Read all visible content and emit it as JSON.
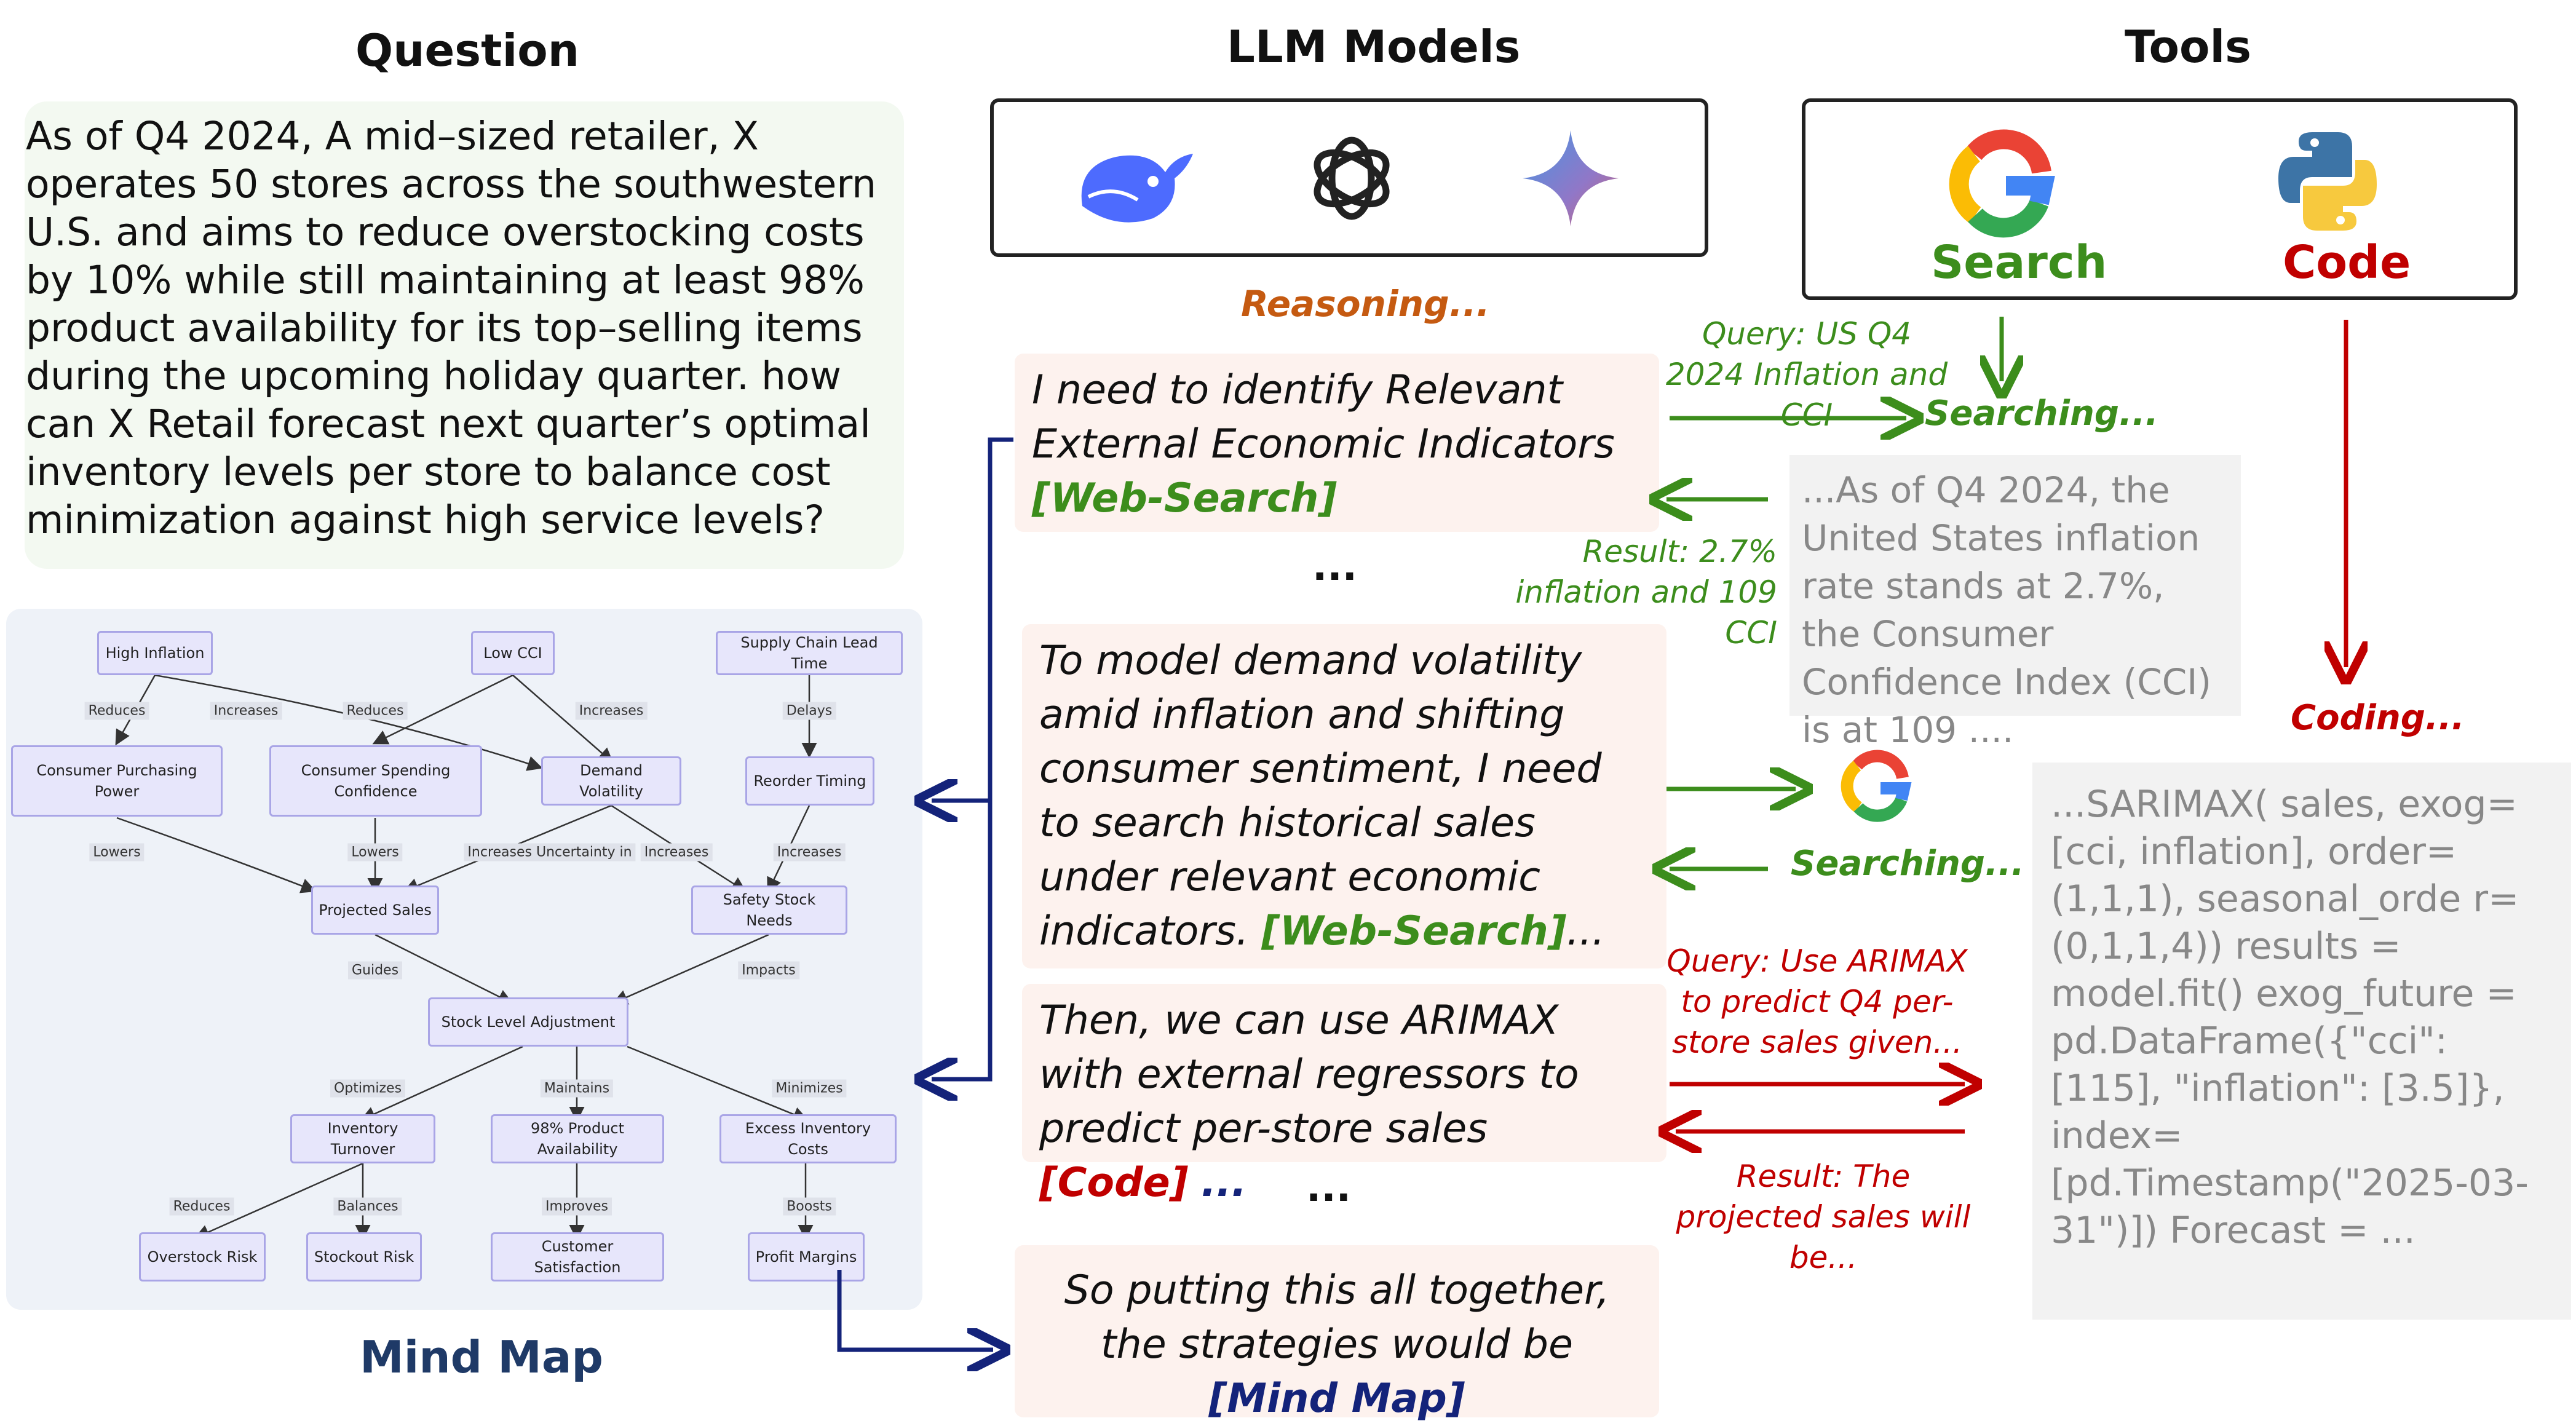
{
  "headers": {
    "question": "Question",
    "models": "LLM Models",
    "tools": "Tools"
  },
  "question_text": "As of Q4 2024, A mid–sized retailer, X operates 50 stores across the southwestern U.S. and aims to reduce overstocking costs by 10% while still maintaining at least 98% product availability for its top–selling items during the upcoming holiday quarter. how can X Retail forecast next quarter’s optimal inventory levels per store to balance cost minimization against high service levels?",
  "mindmap": {
    "title": "Mind Map",
    "nodes": {
      "high_inflation": "High Inflation",
      "low_cci": "Low CCI",
      "supply_chain": "Supply Chain Lead Time",
      "consumer_purchasing": "Consumer Purchasing Power",
      "consumer_spending": "Consumer Spending Confidence",
      "demand_volatility": "Demand Volatility",
      "reorder_timing": "Reorder Timing",
      "projected_sales": "Projected Sales",
      "safety_stock": "Safety Stock Needs",
      "stock_level": "Stock Level Adjustment",
      "inventory_turnover": "Inventory Turnover",
      "product_availability": "98% Product Availability",
      "excess_inventory": "Excess Inventory Costs",
      "overstock_risk": "Overstock Risk",
      "stockout_risk": "Stockout Risk",
      "customer_satisfaction": "Customer Satisfaction",
      "profit_margins": "Profit Margins"
    },
    "edge_labels": {
      "reduces1": "Reduces",
      "increases1": "Increases",
      "reduces2": "Reduces",
      "increases2": "Increases",
      "delays": "Delays",
      "lowers1": "Lowers",
      "lowers2": "Lowers",
      "increases_uncertainty": "Increases Uncertainty in",
      "increases3": "Increases",
      "increases4": "Increases",
      "guides": "Guides",
      "impacts": "Impacts",
      "optimizes": "Optimizes",
      "maintains": "Maintains",
      "minimizes": "Minimizes",
      "reduces3": "Reduces",
      "balances": "Balances",
      "improves": "Improves",
      "boosts": "Boosts"
    }
  },
  "reasoning": {
    "label": "Reasoning...",
    "step1": {
      "text": "I need to identify Relevant External Economic Indicators",
      "tag": "[Web-Search]"
    },
    "step2": {
      "text": "To model demand volatility amid inflation and shifting consumer sentiment, I need to search historical sales under relevant economic indicators.",
      "tag": "[Web-Search]",
      "suffix": "..."
    },
    "step3": {
      "text": "Then, we can use ARIMAX with external regressors to predict per-store sales",
      "tag": "[Code]",
      "suffix": "..."
    },
    "step4": {
      "text": "So putting this all together, the strategies would be",
      "tag": "[Mind Map]"
    },
    "ellipsis": "..."
  },
  "tools": {
    "search_label": "Search",
    "code_label": "Code",
    "searching": "Searching...",
    "coding": "Coding...",
    "query1": "Query: US Q4 2024 Inflation and CCI",
    "result1": "Result: 2.7% inflation and 109 CCI",
    "search_result": "...As of Q4 2024, the United States inflation rate stands at 2.7%, the Consumer Confidence Index (CCI) is at 109 ....",
    "query2": "Query: Use ARIMAX to predict Q4 per-store sales given...",
    "result2": "Result: The projected sales will be...",
    "code_text": "...SARIMAX( sales, exog=[cci,  inflation], order=(1,1,1),  seasonal_orde r=(0,1,1,4)) results = model.fit() exog_future = pd.DataFrame({\"cci\": [115], \"inflation\": [3.5]}, index=[pd.Timestamp(\"2025-03-31\")]) Forecast = ..."
  },
  "colors": {
    "green": "#3c8d1c",
    "red": "#c00000",
    "navy": "#14237a",
    "mindmap_title": "#1f3a67"
  }
}
